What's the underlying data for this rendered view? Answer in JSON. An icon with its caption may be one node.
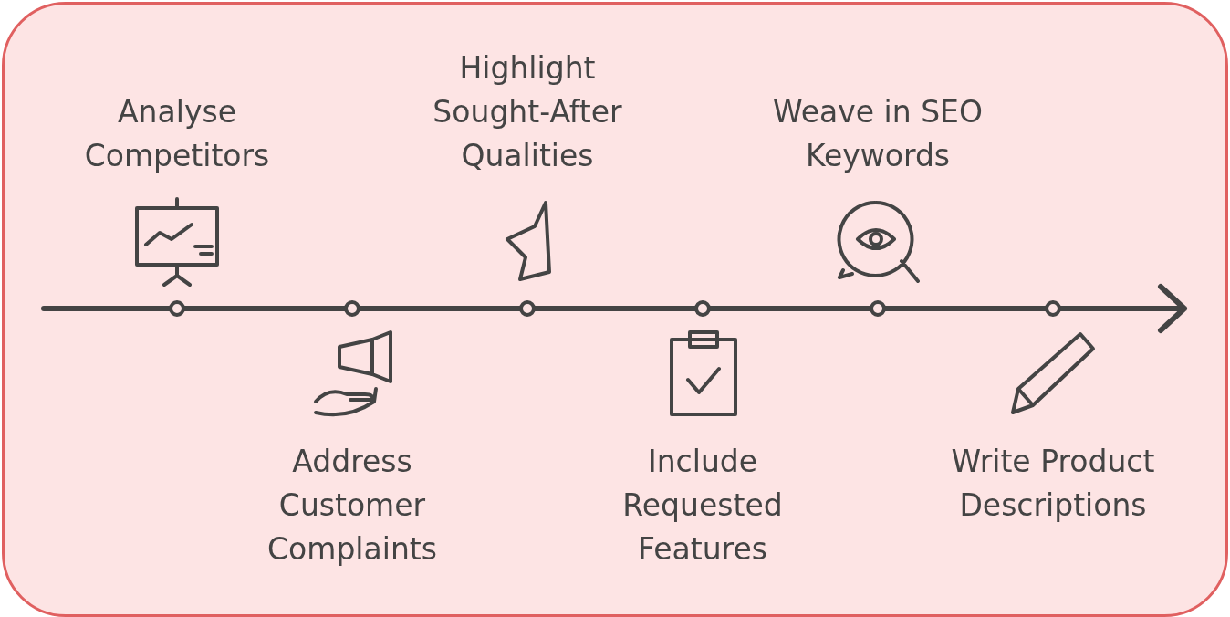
{
  "diagram": {
    "labels": [
      "Analyse Competitors",
      "Address Customer Complaints",
      "Highlight Sought-After Qualities",
      "Include Requested Features",
      "Weave in SEO Keywords",
      "Write Product Descriptions"
    ]
  }
}
